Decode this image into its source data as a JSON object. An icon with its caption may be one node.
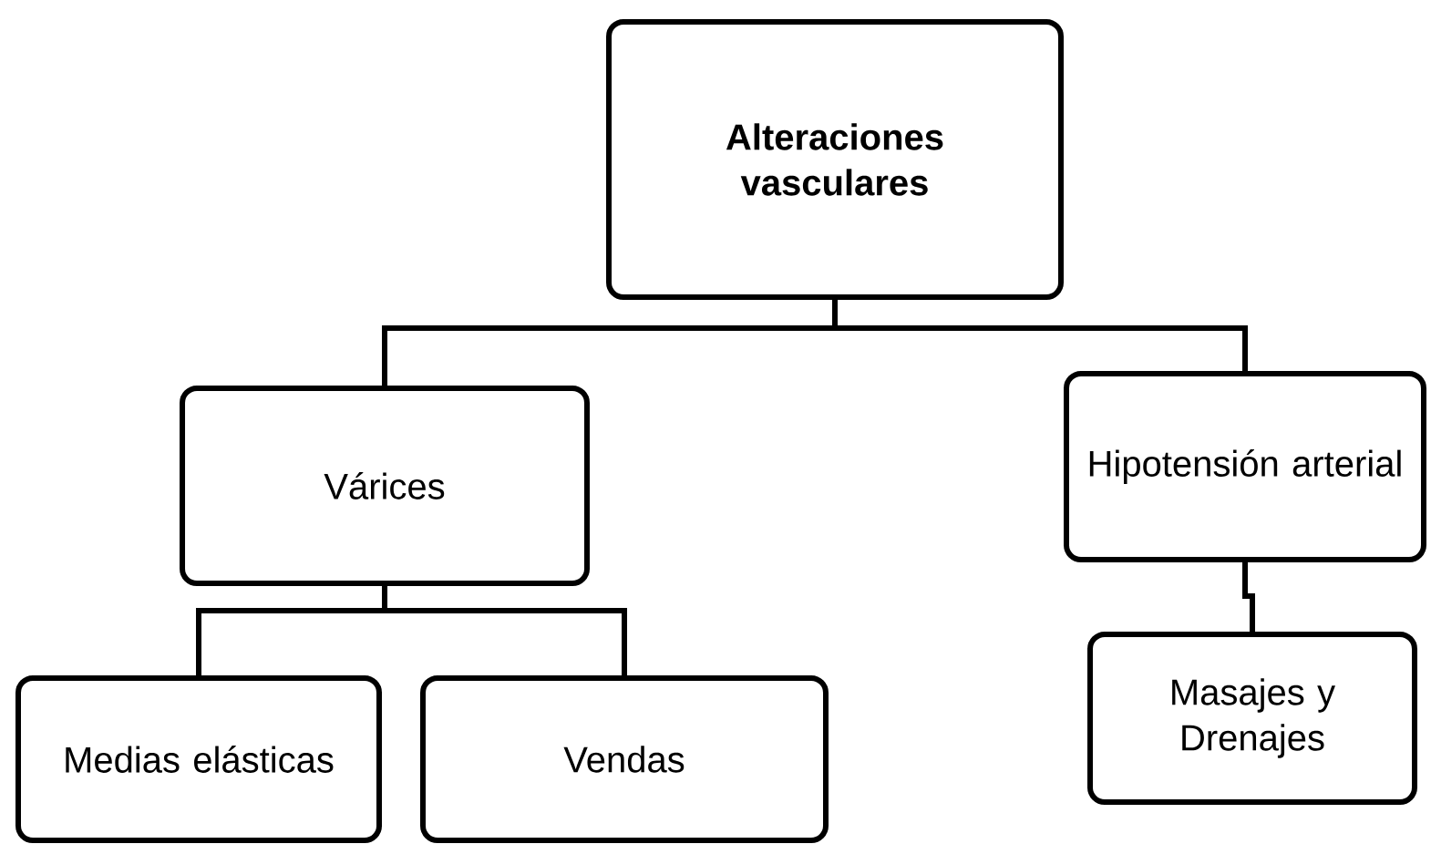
{
  "diagram": {
    "nodes": [
      {
        "text": [
          "Alteraciones vasculares"
        ]
      },
      {
        "text": [
          "Várices"
        ]
      },
      {
        "text": [
          "Hipotensión arterial"
        ]
      },
      {
        "text": [
          "Medias elásticas"
        ]
      },
      {
        "text": [
          "Vendas"
        ]
      },
      {
        "text": [
          "Masajes y Drenajes"
        ]
      }
    ],
    "edges": [
      {
        "from": 0,
        "to": 1,
        "arrow": "none"
      },
      {
        "from": 0,
        "to": 2,
        "arrow": "none"
      },
      {
        "from": 1,
        "to": 3,
        "arrow": "none"
      },
      {
        "from": 1,
        "to": 4,
        "arrow": "none"
      },
      {
        "from": 2,
        "to": 5,
        "arrow": "none"
      }
    ]
  }
}
